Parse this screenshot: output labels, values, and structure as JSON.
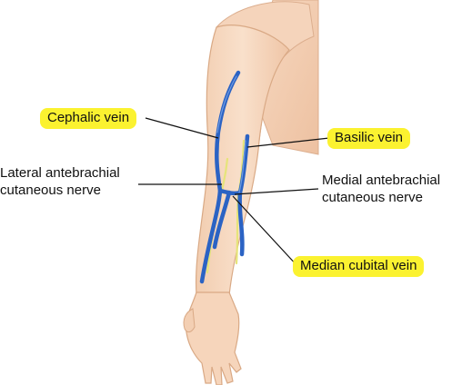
{
  "figure": {
    "title": "",
    "highlight_color": "#fbf230",
    "vein_color": "#2b63c4",
    "nerve_color": "#e6e47a",
    "skin_color": "#f7dcc4"
  },
  "labels": {
    "cephalic_vein": "Cephalic vein",
    "basilic_vein": "Basilic vein",
    "lateral_antebrachial_line1": "Lateral antebrachial",
    "lateral_antebrachial_line2": "cutaneous nerve",
    "medial_antebrachial_line1": "Medial antebrachial",
    "medial_antebrachial_line2": "cutaneous nerve",
    "median_cubital_vein": "Median cubital vein"
  },
  "highlighted_labels": [
    "Cephalic vein",
    "Basilic vein",
    "Median cubital vein"
  ]
}
